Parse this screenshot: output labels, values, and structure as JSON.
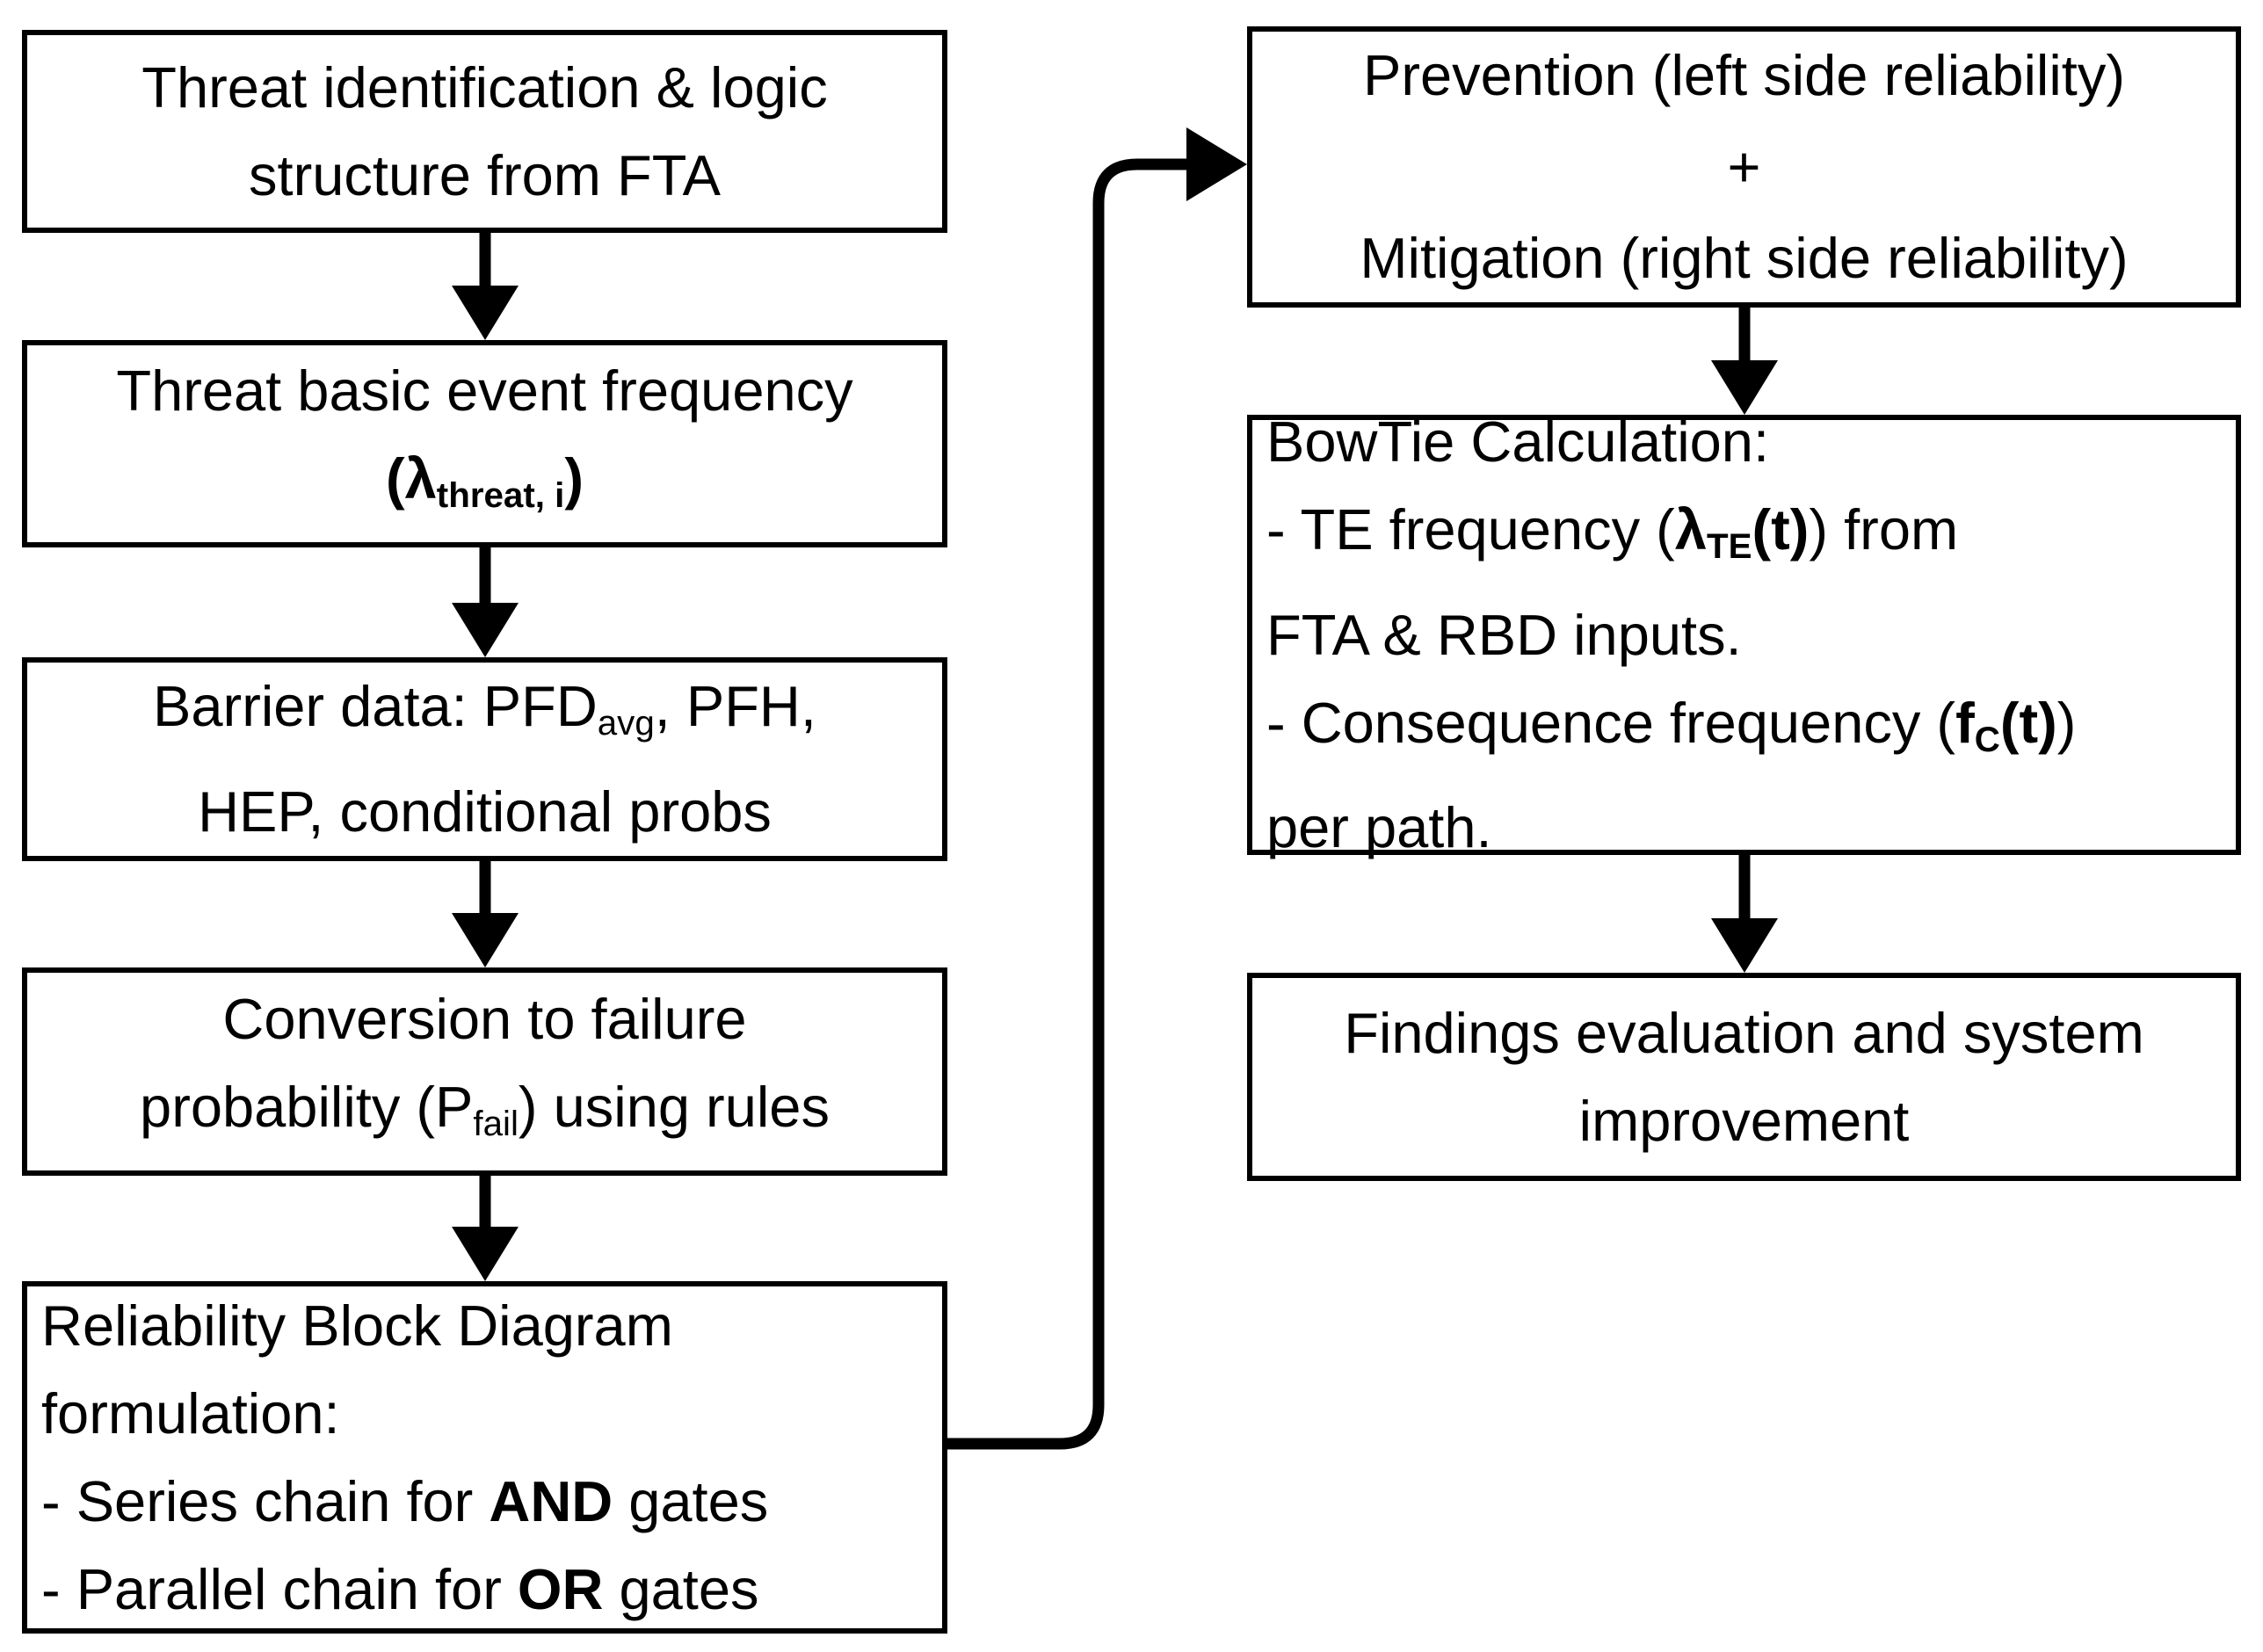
{
  "colors": {
    "background": "#ffffff",
    "border": "#000000",
    "text": "#000000",
    "arrow": "#000000"
  },
  "left_column": {
    "boxes": [
      {
        "name": "threat-identification",
        "align": "center",
        "lines": [
          [
            {
              "t": "Threat identification & logic",
              "s": "n"
            }
          ],
          [
            {
              "t": "structure from FTA",
              "s": "n"
            }
          ]
        ]
      },
      {
        "name": "threat-basic-event-frequency",
        "align": "center",
        "lines": [
          [
            {
              "t": "Threat basic event frequency",
              "s": "n"
            }
          ],
          [
            {
              "t": "(",
              "s": "b"
            },
            {
              "t": "λ",
              "s": "b"
            },
            {
              "t": "threat, i",
              "s": "bsub"
            },
            {
              "t": ")",
              "s": "b"
            }
          ]
        ]
      },
      {
        "name": "barrier-data",
        "align": "center",
        "lines": [
          [
            {
              "t": "Barrier data: PFD",
              "s": "n"
            },
            {
              "t": "avg",
              "s": "sub"
            },
            {
              "t": ", PFH,",
              "s": "n"
            }
          ],
          [
            {
              "t": "HEP, conditional probs",
              "s": "n"
            }
          ]
        ]
      },
      {
        "name": "conversion-to-failure-probability",
        "align": "center",
        "lines": [
          [
            {
              "t": "Conversion to failure",
              "s": "n"
            }
          ],
          [
            {
              "t": "probability (P",
              "s": "n"
            },
            {
              "t": "fail",
              "s": "sub"
            },
            {
              "t": ") using rules",
              "s": "n"
            }
          ]
        ]
      },
      {
        "name": "rbd-formulation",
        "align": "left",
        "lines": [
          [
            {
              "t": "Reliability Block Diagram",
              "s": "n"
            }
          ],
          [
            {
              "t": "formulation:",
              "s": "n"
            }
          ],
          [
            {
              "t": "- Series chain for ",
              "s": "n"
            },
            {
              "t": "AND",
              "s": "b"
            },
            {
              "t": " gates",
              "s": "n"
            }
          ],
          [
            {
              "t": "- Parallel chain for ",
              "s": "n"
            },
            {
              "t": "OR",
              "s": "b"
            },
            {
              "t": " gates",
              "s": "n"
            }
          ]
        ]
      }
    ]
  },
  "right_column": {
    "boxes": [
      {
        "name": "prevention-mitigation",
        "align": "center",
        "lines": [
          [
            {
              "t": "Prevention (left side reliability)",
              "s": "n"
            }
          ],
          [
            {
              "t": "+",
              "s": "n"
            }
          ],
          [
            {
              "t": "Mitigation (right side reliability)",
              "s": "n"
            }
          ]
        ]
      },
      {
        "name": "bowtie-calculation",
        "align": "left",
        "lines": [
          [
            {
              "t": "BowTie Calculation:",
              "s": "n"
            }
          ],
          [
            {
              "t": "- TE frequency (",
              "s": "n"
            },
            {
              "t": "λ",
              "s": "b"
            },
            {
              "t": "TE",
              "s": "bsub"
            },
            {
              "t": "(t)",
              "s": "b"
            },
            {
              "t": ") from",
              "s": "n"
            }
          ],
          [
            {
              "t": "FTA & RBD inputs.",
              "s": "n"
            }
          ],
          [
            {
              "t": "- Consequence frequency (",
              "s": "n"
            },
            {
              "t": "f",
              "s": "b"
            },
            {
              "t": "C",
              "s": "bsub"
            },
            {
              "t": "(t)",
              "s": "b"
            },
            {
              "t": ")",
              "s": "n"
            }
          ],
          [
            {
              "t": "per path.",
              "s": "n"
            }
          ]
        ]
      },
      {
        "name": "findings-evaluation",
        "align": "center",
        "lines": [
          [
            {
              "t": "Findings evaluation and system",
              "s": "n"
            }
          ],
          [
            {
              "t": "improvement",
              "s": "n"
            }
          ]
        ]
      }
    ]
  }
}
